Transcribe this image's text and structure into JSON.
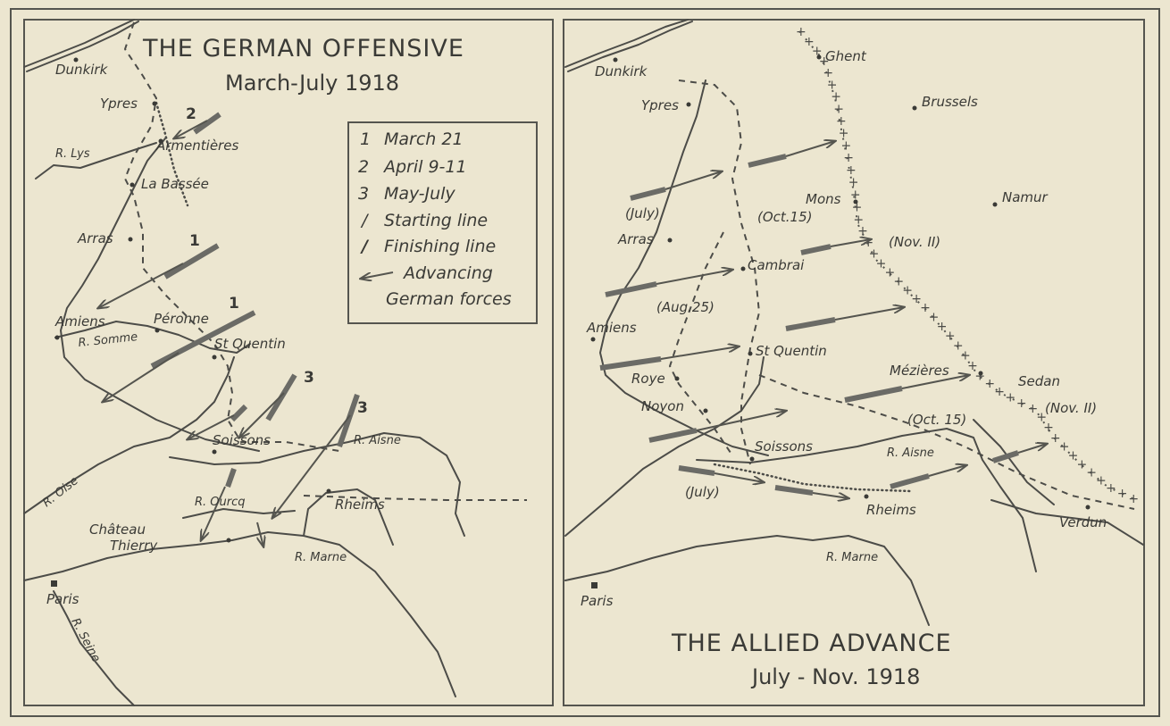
{
  "left_map": {
    "title": "THE GERMAN OFFENSIVE",
    "subtitle": "March-July 1918",
    "legend": [
      {
        "symbol": "1",
        "text": "March 21"
      },
      {
        "symbol": "2",
        "text": "April 9-11"
      },
      {
        "symbol": "3",
        "text": "May-July"
      },
      {
        "symbol": "/",
        "text": "Starting line"
      },
      {
        "symbol": "/",
        "text": "Finishing line"
      },
      {
        "symbol": "arrow",
        "text": "Advancing"
      },
      {
        "symbol": "",
        "text": "German forces"
      }
    ],
    "places": {
      "dunkirk": "Dunkirk",
      "ypres": "Ypres",
      "armentieres": "Armentières",
      "la_bassee": "La Bassée",
      "arras": "Arras",
      "amiens": "Amiens",
      "peronne": "Péronne",
      "st_quentin": "St Quentin",
      "soissons": "Soissons",
      "rheims": "Rheims",
      "chateau": "Château",
      "thierry": "Thierry",
      "paris": "Paris"
    },
    "rivers": {
      "lys": "R. Lys",
      "somme": "R. Somme",
      "oise": "R. Oise",
      "aisne": "R. Aisne",
      "ourcq": "R. Ourcq",
      "marne": "R. Marne",
      "seine": "R. Seine"
    },
    "offensive_numbers": {
      "n2": "2",
      "n1a": "1",
      "n1b": "1",
      "n3a": "3",
      "n3b": "3"
    }
  },
  "right_map": {
    "title": "THE ALLIED ADVANCE",
    "subtitle": "July - Nov. 1918",
    "places": {
      "dunkirk": "Dunkirk",
      "ypres": "Ypres",
      "ghent": "Ghent",
      "brussels": "Brussels",
      "mons": "Mons",
      "namur": "Namur",
      "arras": "Arras",
      "cambrai": "Cambrai",
      "amiens": "Amiens",
      "st_quentin": "St Quentin",
      "roye": "Roye",
      "noyon": "Noyon",
      "mezieres": "Mézières",
      "sedan": "Sedan",
      "soissons": "Soissons",
      "rheims": "Rheims",
      "verdun": "Verdun",
      "paris": "Paris"
    },
    "rivers": {
      "aisne": "R. Aisne",
      "marne": "R. Marne"
    },
    "dates": {
      "july_a": "(July)",
      "oct15_a": "(Oct.15)",
      "nov11_a": "(Nov. II)",
      "aug25": "(Aug.25)",
      "oct15_b": "(Oct. 15)",
      "nov11_b": "(Nov. II)",
      "july_b": "(July)"
    }
  }
}
